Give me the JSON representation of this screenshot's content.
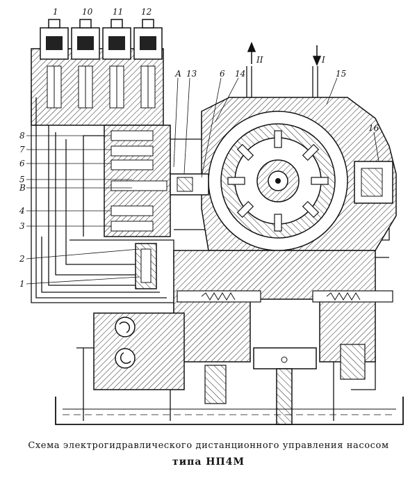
{
  "caption": {
    "line1": "Схема электрогидравлического дистанционного управления насосом",
    "line2": "типа НП4М"
  },
  "top_labels": [
    "1",
    "10",
    "11",
    "12"
  ],
  "flow_labels": {
    "outlet": "II",
    "inlet": "I"
  },
  "side_labels": [
    "8",
    "7",
    "6",
    "5",
    "В",
    "4",
    "3",
    "2",
    "1"
  ],
  "part_labels": [
    "А",
    "13",
    "6",
    "14",
    "15",
    "16"
  ]
}
